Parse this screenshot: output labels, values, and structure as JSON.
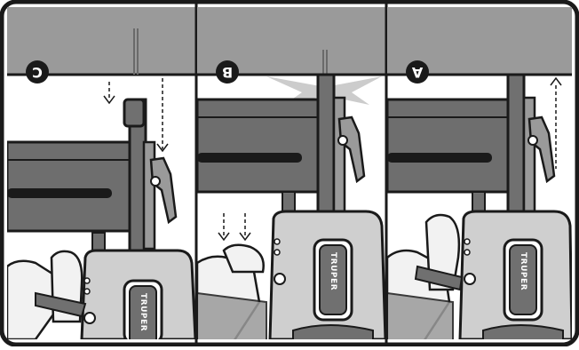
{
  "panels": [
    {
      "step": "C",
      "brand": "TRUPER"
    },
    {
      "step": "B",
      "brand": "TRUPER"
    },
    {
      "step": "A",
      "brand": "TRUPER"
    }
  ],
  "colors": {
    "header_gray": "#9a9a9a",
    "outline": "#1a1a1a",
    "tool_gray": "#cfcfcf",
    "tool_dark": "#707070",
    "wood": "#6e6e6e",
    "wood_dark": "#505050",
    "skin": "#f2f2f2",
    "flash": "#cccccc"
  }
}
